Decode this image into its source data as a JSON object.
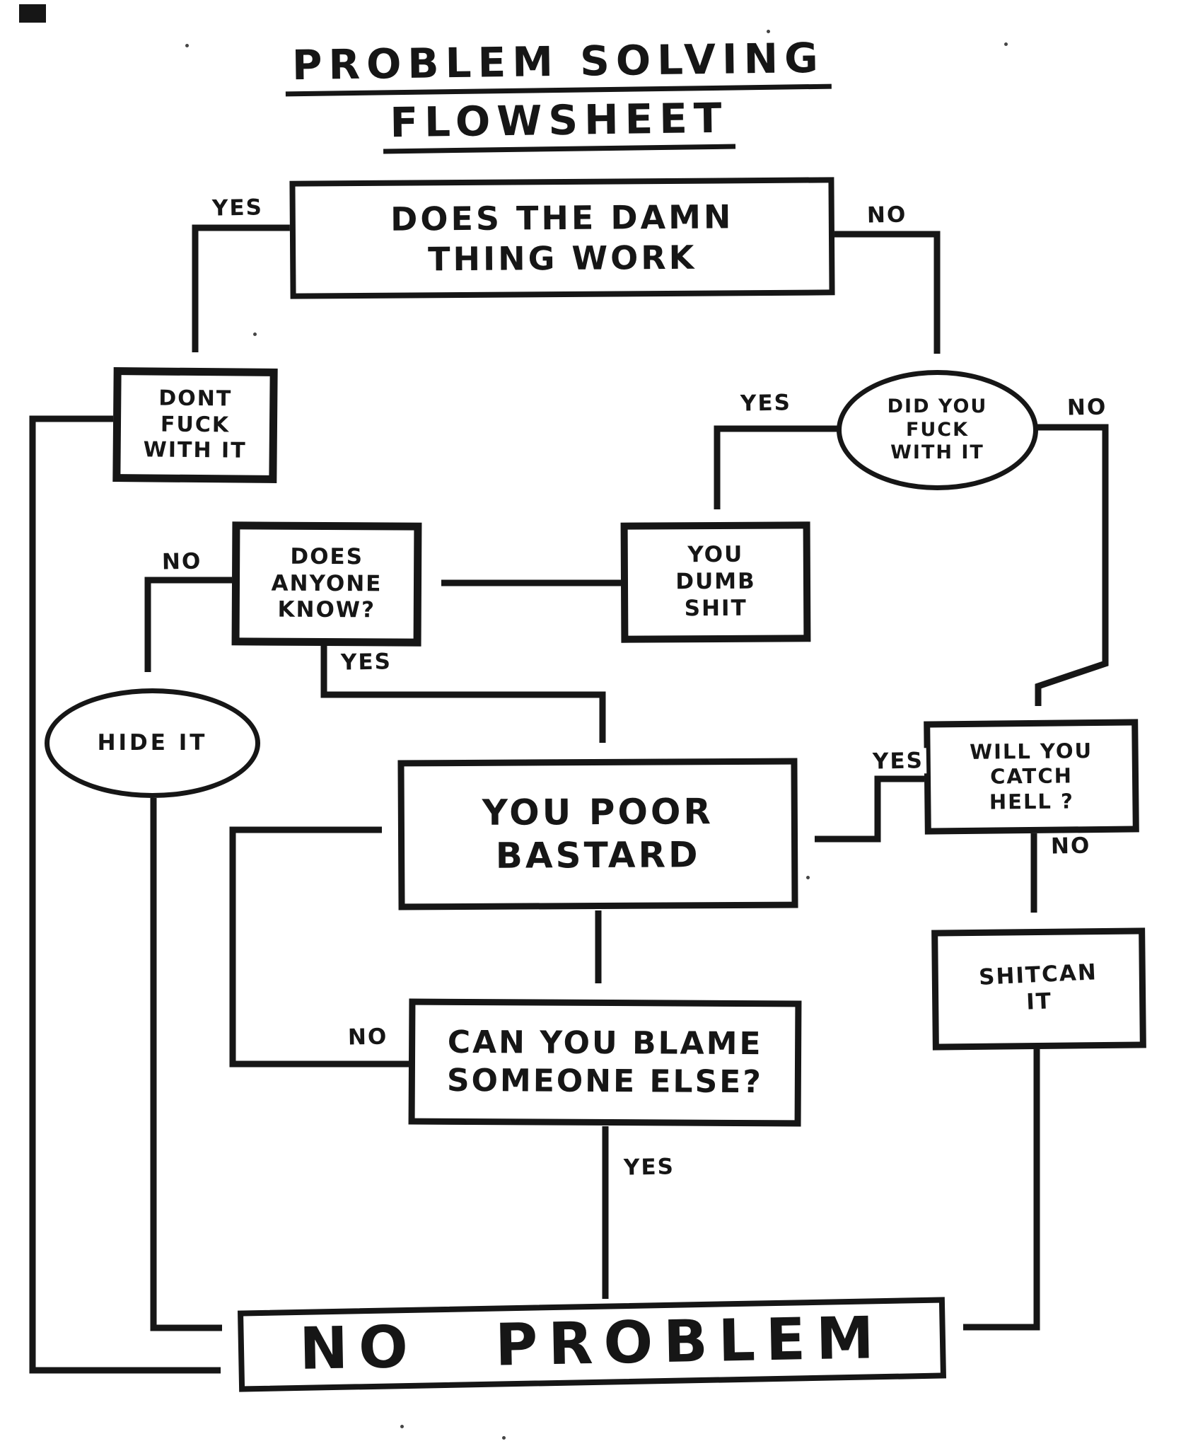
{
  "title": {
    "line1": "PROBLEM SOLVING",
    "line2": "FLOWSHEET"
  },
  "nodes": {
    "does_the_damn_thing_work": "DOES THE DAMN\nTHING WORK",
    "dont_fuck_with_it": "DONT\nFUCK\nWITH IT",
    "did_you_fuck_with_it": "DID YOU\nFUCK\nWITH IT",
    "you_dumb_shit": "YOU\nDUMB\nSHIT",
    "does_anyone_know": "DOES\nANYONE\nKNOW?",
    "hide_it": "HIDE IT",
    "you_poor_bastard": "YOU POOR\nBASTARD",
    "will_you_catch_hell": "WILL YOU\nCATCH\nHELL ?",
    "shitcan_it": "SHITCAN\nIT",
    "can_you_blame_someone_else": "CAN YOU BLAME\nSOMEONE ELSE?",
    "no_problem": "NO PROBLEM"
  },
  "edge_labels": {
    "work_yes": "YES",
    "work_no": "NO",
    "fucked_yes": "YES",
    "fucked_no": "NO",
    "know_no": "NO",
    "know_yes": "YES",
    "hell_yes": "YES",
    "hell_no": "NO",
    "blame_no": "NO",
    "blame_yes": "YES"
  },
  "colors": {
    "ink": "#161616",
    "paper": "#ffffff"
  }
}
